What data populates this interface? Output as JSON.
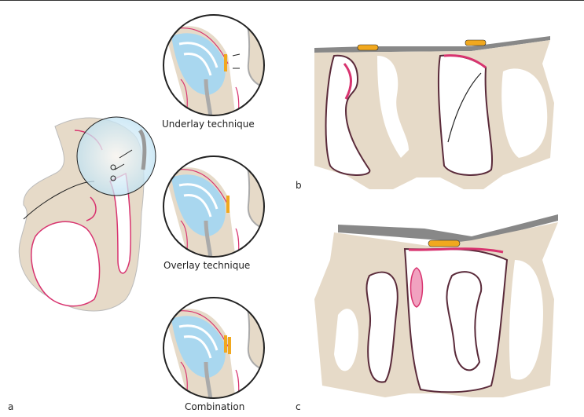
{
  "panels": {
    "a": "a",
    "b": "b",
    "c": "c"
  },
  "insets": [
    {
      "label": "Underlay technique"
    },
    {
      "label": "Overlay technique"
    },
    {
      "label": "Combination"
    }
  ],
  "colors": {
    "bone": "#e6dac8",
    "mucosa": "#d8336f",
    "graft": "#a9d7ef",
    "glue": "#f1a81e",
    "dura": "#8e8e8e"
  }
}
